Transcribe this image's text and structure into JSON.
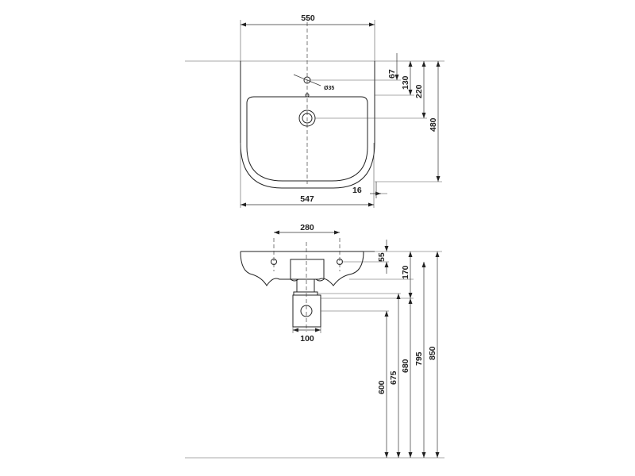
{
  "top_view": {
    "dims": {
      "overall_width": "550",
      "bowl_width": "547",
      "tap_hole_offset": "67",
      "overflow_offset": "130",
      "rim_depth": "220",
      "overall_depth": "480",
      "back_gap": "16",
      "tap_hole_diameter": "Ø35"
    }
  },
  "side_view": {
    "dims": {
      "fixing_centers": "280",
      "rim_height": "55",
      "bowl_height": "170",
      "trap_width": "100",
      "waste_height": "600",
      "outlet_height": "675",
      "trap_height": "680",
      "fixing_height": "795",
      "rim_top_height": "850"
    }
  }
}
